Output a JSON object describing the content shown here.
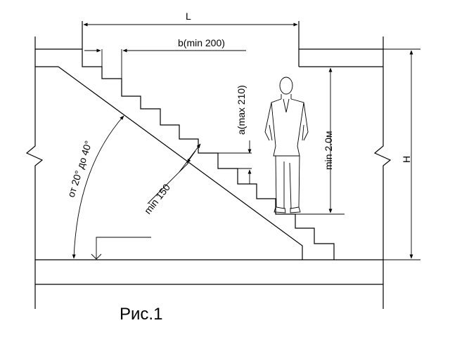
{
  "figure": {
    "caption": "Рис.1",
    "labels": {
      "L": "L",
      "b": "b(min 200)",
      "a": "a(max 210)",
      "min_2m": "min 2.0м",
      "H": "H",
      "min_150": "min 150",
      "angle": "от 20° до 40°"
    }
  }
}
